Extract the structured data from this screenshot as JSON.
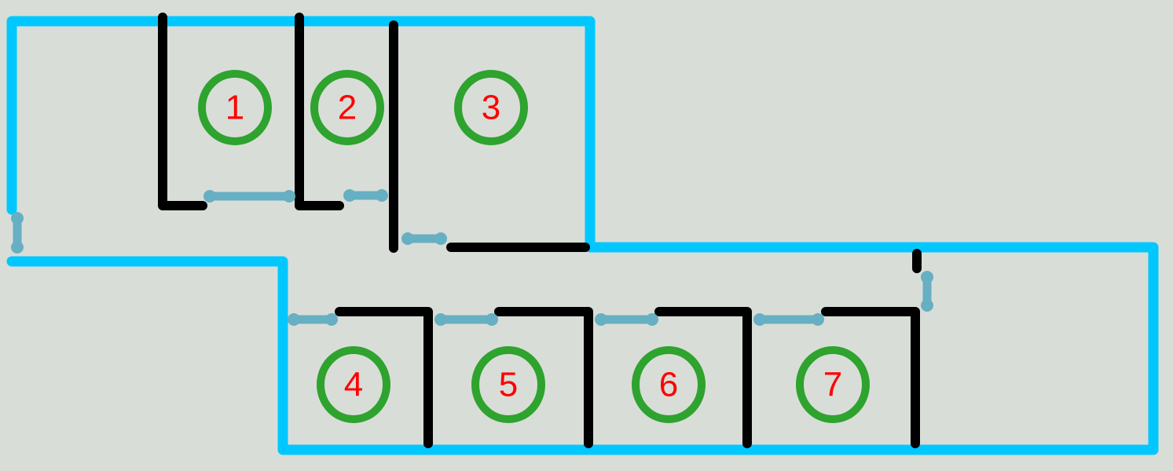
{
  "colors": {
    "outer_wall": "#00c8ff",
    "inner_wall": "#000000",
    "door": "#67afc2",
    "room_marker": "#2ea32e",
    "room_number": "#ff0000",
    "background": "#d9ddd8"
  },
  "rooms": [
    {
      "label": "1"
    },
    {
      "label": "2"
    },
    {
      "label": "3"
    },
    {
      "label": "4"
    },
    {
      "label": "5"
    },
    {
      "label": "6"
    },
    {
      "label": "7"
    }
  ]
}
